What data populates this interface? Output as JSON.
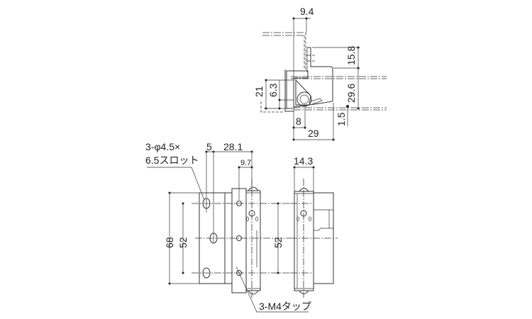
{
  "drawing": {
    "top_view": {
      "dims": {
        "d9_4": "9.4",
        "d15_8": "15.8",
        "d29_6": "29.6",
        "d21": "21",
        "d6_3": "6.3",
        "d8": "8",
        "d29": "29",
        "d1_5": "1.5"
      }
    },
    "front_view": {
      "slot_note_line1": "3-φ4.5×",
      "slot_note_line2": "6.5スロット",
      "tap_note": "3-M4タップ",
      "dims": {
        "d5": "5",
        "d28_1": "28.1",
        "d9_7": "9.7",
        "d68": "68",
        "d52_left": "52",
        "d52_right": "52"
      }
    },
    "side_view": {
      "dims": {
        "d14_3": "14.3"
      }
    }
  }
}
